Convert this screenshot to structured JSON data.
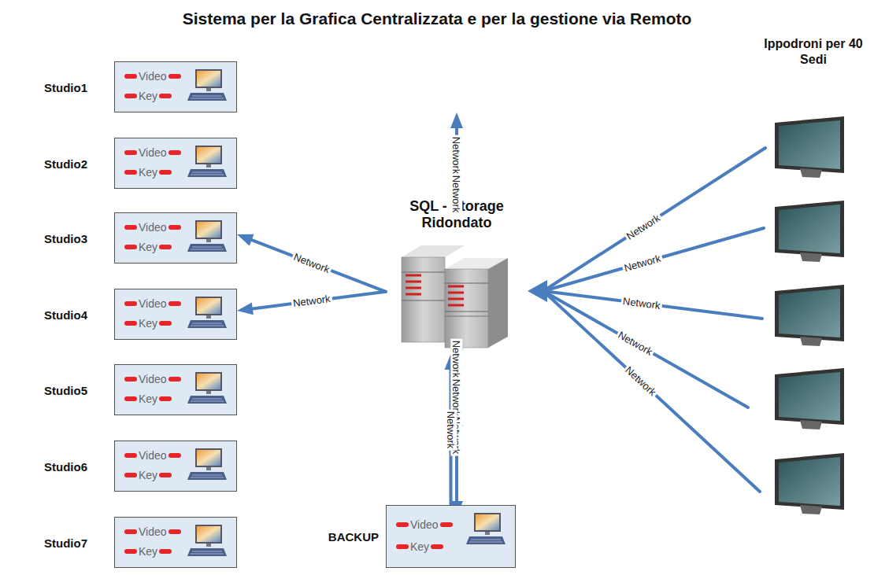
{
  "diagram": {
    "title": "Sistema per la Grafica Centralizzata e per la gestione via Remoto",
    "nodes": [
      {
        "text": [
          "Studio1",
          "Video",
          "Key"
        ]
      },
      {
        "text": [
          "Studio2",
          "Video",
          "Key"
        ]
      },
      {
        "text": [
          "Studio3",
          "Video",
          "Key"
        ]
      },
      {
        "text": [
          "Studio4",
          "Video",
          "Key"
        ]
      },
      {
        "text": [
          "Studio5",
          "Video",
          "Key"
        ]
      },
      {
        "text": [
          "Studio6",
          "Video",
          "Key"
        ]
      },
      {
        "text": [
          "Studio7",
          "Video",
          "Key"
        ]
      },
      {
        "text": [
          "SQL - Storage Ridondato"
        ]
      },
      {
        "text": [
          "BACKUP",
          "Video",
          "Key"
        ]
      }
    ],
    "edges": [
      {
        "from": 7,
        "to": 0,
        "arrow": "to",
        "label": "Network"
      },
      {
        "from": 7,
        "to": 1,
        "arrow": "to",
        "label": "Network"
      },
      {
        "from": 7,
        "to": 2,
        "arrow": "to",
        "label": "Network"
      },
      {
        "from": 7,
        "to": 3,
        "arrow": "to",
        "label": "Network"
      },
      {
        "from": 7,
        "to": 4,
        "arrow": "to",
        "label": "Network"
      },
      {
        "from": 7,
        "to": 5,
        "arrow": "to",
        "label": "Network"
      },
      {
        "from": 7,
        "to": 6,
        "arrow": "to",
        "label": "Network"
      },
      {
        "from": 8,
        "to": 7,
        "arrow": "to",
        "label": "Network"
      }
    ],
    "labels": [
      "Ippodroni per 40 Sedi",
      "Network",
      "Network",
      "Network",
      "Network",
      "Network"
    ]
  }
}
